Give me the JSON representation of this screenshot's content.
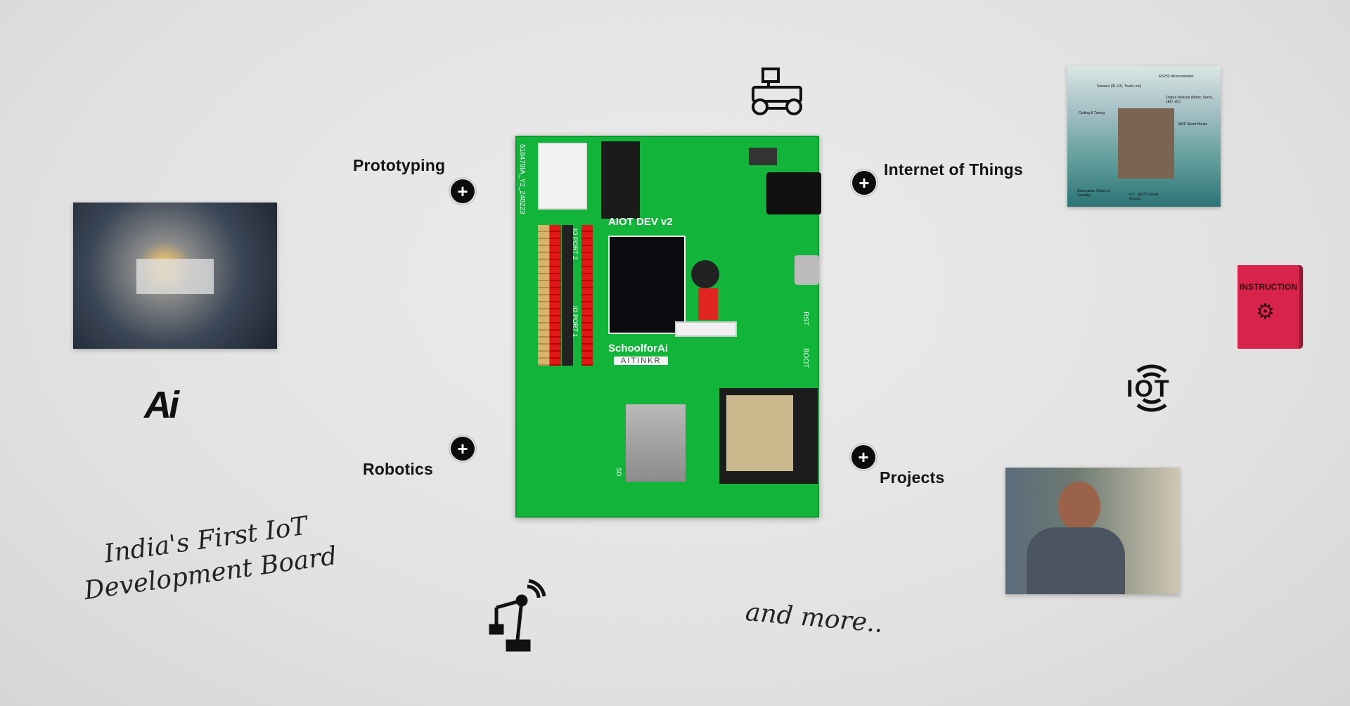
{
  "features": {
    "prototyping": "Prototyping",
    "internet_of_things": "Internet of Things",
    "robotics": "Robotics",
    "projects": "Projects"
  },
  "plus_symbol": "+",
  "tagline": {
    "line1": "India's First IoT",
    "line2": "Development Board"
  },
  "and_more": "and more..",
  "ai_logo": "Ai",
  "iot_icon_text": "IOT",
  "instruction_book_text": "INSTRUCTION",
  "board": {
    "title": "AIOT DEV v2",
    "brand": "SchoolforAi",
    "sub_brand": "AITINKR",
    "io_port_1": "IO PORT 1",
    "io_port_2": "IO PORT 2",
    "btn_rst": "RST",
    "btn_boot": "BOOT",
    "sd": "SD",
    "serial": "518479IA_Y2_240223"
  },
  "house_diagram": {
    "labels": [
      "ESP32 Microcontroller",
      "Sensors (IR, US, Touch, etc)",
      "Output Devices (Motor, Servo, LED, etc)",
      "Coding & Tuning",
      "MDF Sheet House",
      "Automation (Safety & Security)",
      "IoT - MQTT Server Access"
    ]
  },
  "colors": {
    "board_green": "#12b43a",
    "book_red": "#d8234a",
    "plus_bg": "#0c0c0c"
  }
}
